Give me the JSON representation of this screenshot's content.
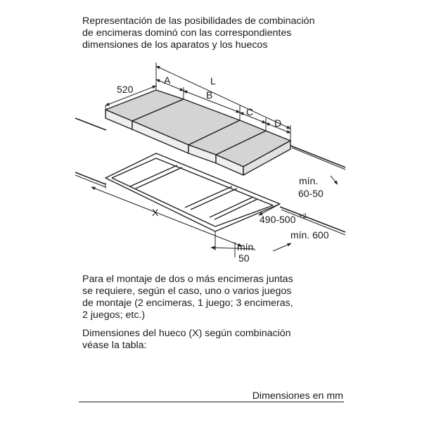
{
  "intro": {
    "lines": [
      "Representación de las posibilidades de combinación",
      "de encimeras dominó con las correspondientes",
      "dimensiones de los aparatos y los huecos"
    ]
  },
  "diagram": {
    "labels": {
      "depth": "520",
      "a": "A",
      "l": "L",
      "b": "B",
      "c": "C",
      "d": "D",
      "min_gap_1": "mín.",
      "min_gap_2": "60-50",
      "cutout_depth": "490-500",
      "cutout_depth_sup": "+2",
      "min_depth": "mín. 600",
      "x": "X",
      "min_side_1": "mín.",
      "min_side_2": "50"
    }
  },
  "montaje": {
    "lines": [
      "Para el montaje de dos o más encimeras juntas",
      "se requiere, según el caso, uno o varios juegos",
      "de montaje (2 encimeras, 1 juego; 3 encimeras,",
      "2 juegos; etc.)"
    ]
  },
  "hueco": {
    "lines": [
      "Dimensiones del hueco (X) según combinación",
      "véase la tabla:"
    ]
  },
  "footer": {
    "units": "Dimensiones en mm"
  }
}
